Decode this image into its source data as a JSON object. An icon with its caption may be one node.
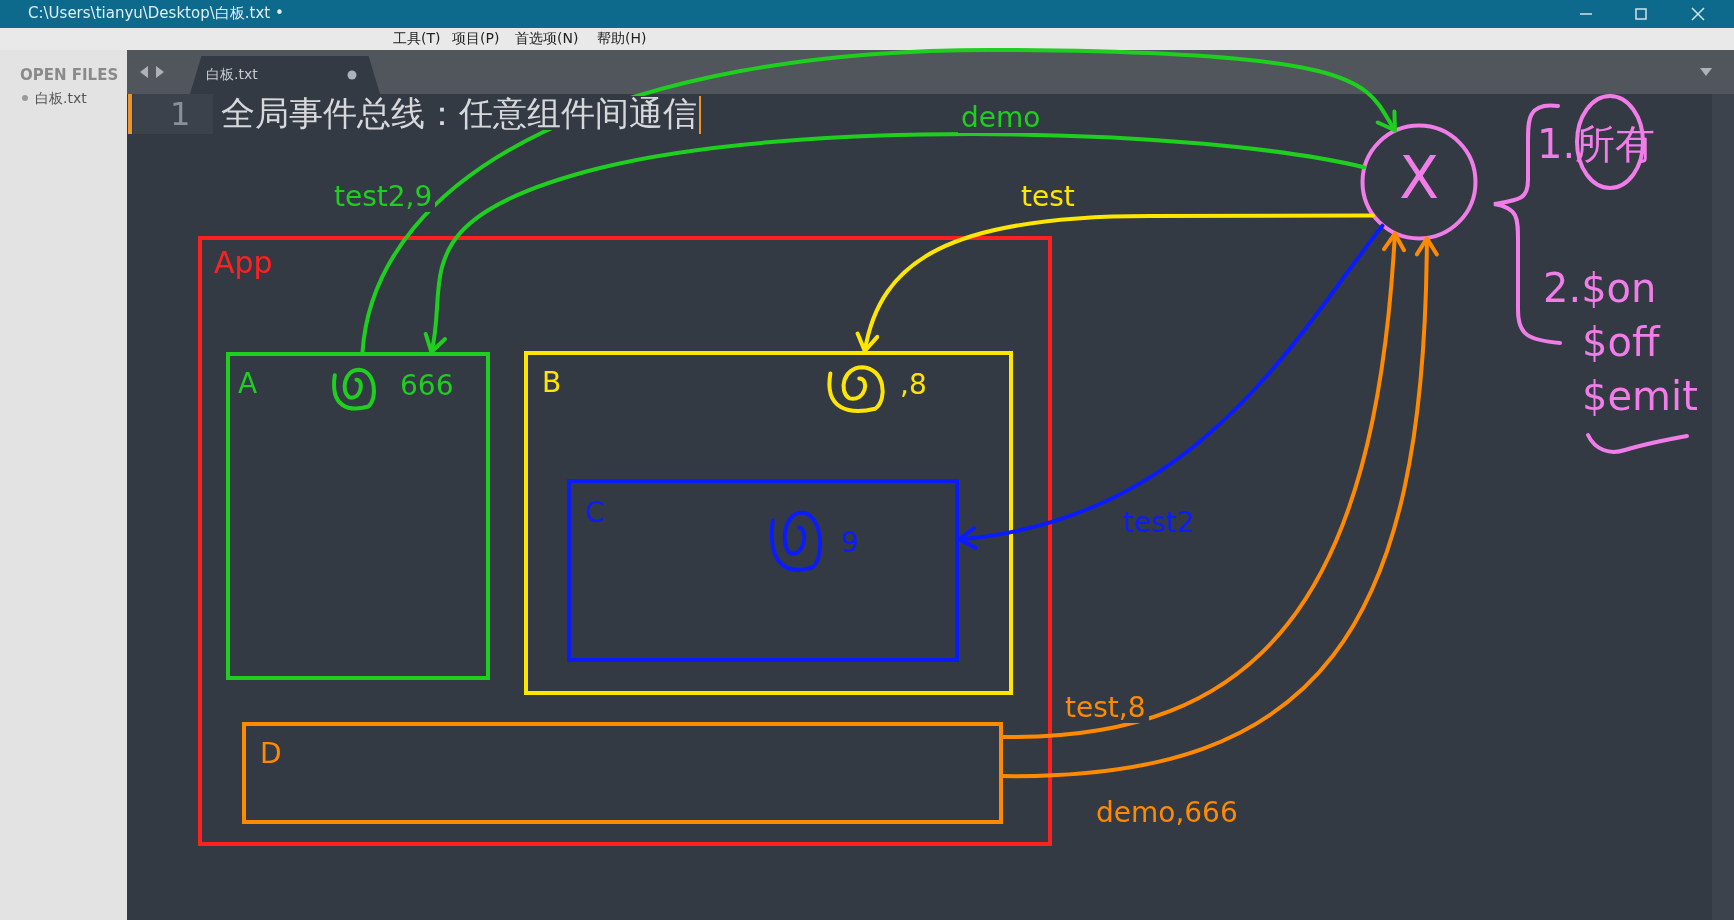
{
  "diagram": {
    "title": "全局事件总线：任意组件间通信",
    "nodes": [
      {
        "text": [
          "App"
        ]
      },
      {
        "text": [
          "A",
          "666"
        ],
        "in": 0
      },
      {
        "text": [
          "B",
          ",8"
        ],
        "in": 0
      },
      {
        "text": [
          "C",
          "9"
        ],
        "in": 2
      },
      {
        "text": [
          "D"
        ],
        "in": 0
      },
      {
        "text": [
          "X"
        ]
      }
    ],
    "edges": [
      {
        "from": 1,
        "to": 5,
        "arrow": "to",
        "label": "test2,9",
        "color": "#1fcf1f"
      },
      {
        "from": 5,
        "to": 1,
        "arrow": "to",
        "label": "demo",
        "color": "#1fcf1f"
      },
      {
        "from": 5,
        "to": 2,
        "arrow": "to",
        "label": "test",
        "color": "#ffe600"
      },
      {
        "from": 5,
        "to": 3,
        "arrow": "to",
        "label": "test2",
        "color": "#0a1cff"
      },
      {
        "from": 4,
        "to": 5,
        "arrow": "to",
        "label": "test,8",
        "color": "#ff8a00"
      },
      {
        "from": 4,
        "to": 5,
        "arrow": "to",
        "label": "demo,666",
        "color": "#ff8a00"
      }
    ],
    "labels": [
      "C:\\Users\\tianyu\\Desktop\\白板.txt •",
      "工具(T)",
      "项目(P)",
      "首选项(N)",
      "帮助(H)",
      "OPEN FILES",
      "白板.txt",
      "白板.txt",
      "1",
      "1.所有",
      "2.$on",
      "$off",
      "$emit"
    ]
  }
}
